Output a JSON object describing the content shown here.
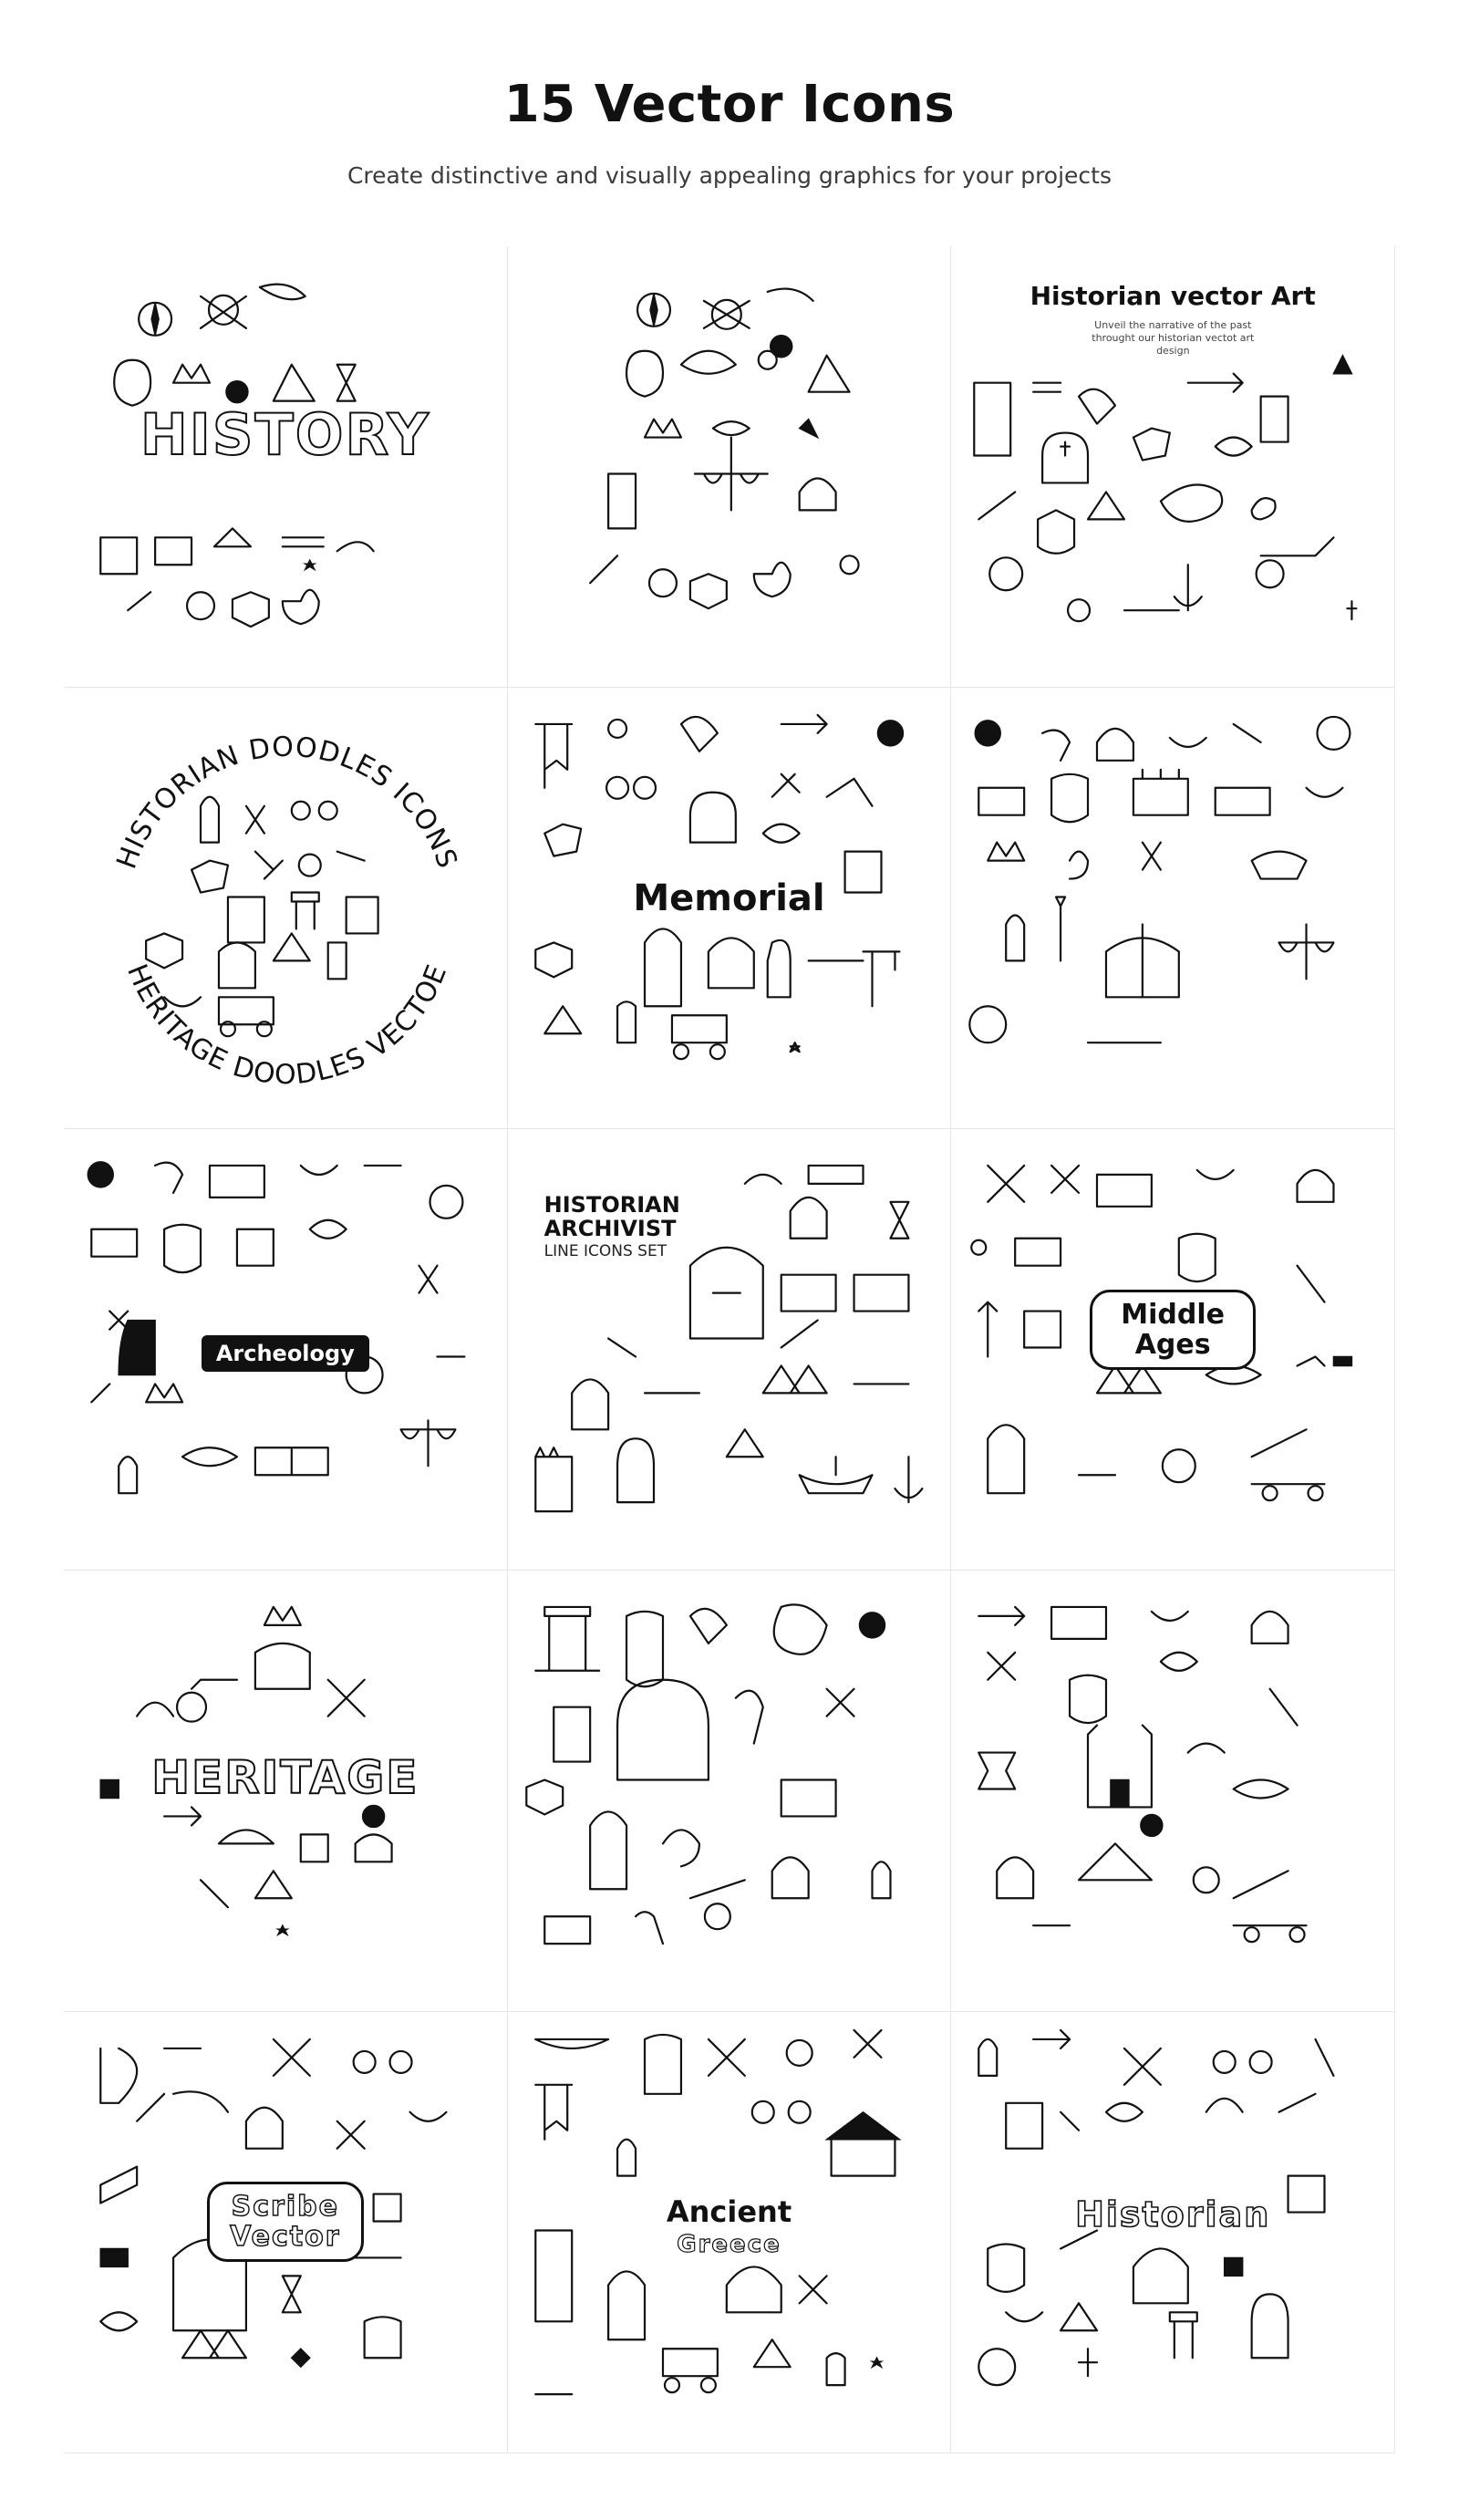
{
  "header": {
    "title": "15 Vector Icons",
    "subtitle": "Create distinctive and visually appealing graphics for your projects"
  },
  "tiles": [
    {
      "caption": "HISTORY",
      "icons": [
        "compass-icon",
        "skull-crossbones-icon",
        "quill-icon",
        "amphora-icon",
        "crown-icon",
        "sea-mine-icon",
        "pyramids-icon",
        "hourglass-icon",
        "scroll-icon",
        "treasure-map-icon",
        "pagoda-icon",
        "bone-icon",
        "axe-icon",
        "bust-icon",
        "shield-icon",
        "hamsa-icon",
        "genie-lamp-icon"
      ]
    },
    {
      "caption": "",
      "icons": [
        "compass-icon",
        "skull-crossbones-icon",
        "quill-icon",
        "amphora-icon",
        "dinosaur-fossil-icon",
        "eye-icon",
        "pyramids-icon",
        "crown-icon",
        "scales-icon",
        "oil-lamp-icon",
        "spartan-helmet-icon",
        "scroll-icon",
        "shield-icon",
        "hamsa-icon",
        "bust-icon",
        "axe-icon"
      ]
    },
    {
      "caption": "Historian vector Art",
      "subcaption": "Unveil the narrative of the past throught our historian vectot art design",
      "icons": [
        "scroll-icon",
        "bone-icon",
        "trident-icon",
        "tombstone-icon",
        "meteorite-icon",
        "dinosaur-fossil-icon",
        "shield-icon",
        "cannon-icon",
        "anchor-icon",
        "eye-icon",
        "fire-icon"
      ]
    },
    {
      "caption": "HISTORIAN DOODLES ICONS",
      "subcaption": "HERITAGE DOODLES VECTOE",
      "icons": [
        "mummy-icon",
        "windmill-icon",
        "skull-icon",
        "crossbow-icon",
        "column-icon",
        "shield-icon",
        "lantern-icon",
        "carriage-icon",
        "mortar-icon",
        "cactus-icon",
        "picture-frame-icon"
      ]
    },
    {
      "caption": "Memorial",
      "icons": [
        "banner-icon",
        "sun-icon",
        "mace-icon",
        "trident-icon",
        "binoculars-icon",
        "tombstone-icon",
        "sea-mine-icon",
        "meteorite-icon",
        "dinosaur-fossil-icon",
        "picture-frame-icon",
        "shield-icon",
        "mummy-icon",
        "skull-icon",
        "lantern-icon",
        "sword-icon",
        "carriage-icon",
        "gallows-icon",
        "fire-icon",
        "amphora-icon",
        "star-icon"
      ]
    },
    {
      "caption": "",
      "icons": [
        "sea-mine-icon",
        "pipe-icon",
        "spartan-helmet-icon",
        "oil-lamp-icon",
        "compass-icon",
        "magic-carpet-icon",
        "tribal-mask-icon",
        "castle-icon",
        "treasure-chest-icon",
        "crown-icon",
        "axe-icon",
        "throne-icon",
        "ship-icon",
        "torch-icon",
        "buddha-icon",
        "open-book-icon",
        "scales-icon"
      ]
    },
    {
      "caption": "Archeology",
      "icons": [
        "sea-mine-icon",
        "pipe-icon",
        "treasure-chest-icon",
        "oil-lamp-icon",
        "bone-icon",
        "magic-carpet-icon",
        "tribal-mask-icon",
        "compass-icon",
        "dinosaur-fossil-icon",
        "ship-icon",
        "axe-icon",
        "skull-icon",
        "crown-icon",
        "key-icon",
        "buddha-icon",
        "fossil-fish-icon",
        "open-book-icon",
        "scales-icon",
        "flag-icon"
      ]
    },
    {
      "caption": "HISTORIAN",
      "subcaption": "ARCHIVIST",
      "subcaption2": "LINE ICONS SET",
      "icons": [
        "scroll-icon",
        "gramophone-icon",
        "hourglass-icon",
        "pharaoh-icon",
        "treasure-chest-icon",
        "pyramids-icon",
        "bust-icon",
        "trident-icon",
        "castle-icon",
        "ship-icon",
        "anchor-icon",
        "meteorite-icon",
        "bone-icon"
      ]
    },
    {
      "caption": "Middle Ages",
      "icons": [
        "crossed-axes-icon",
        "treasure-chest-icon",
        "oil-lamp-icon",
        "spartan-helmet-icon",
        "magic-carpet-icon",
        "tribal-mask-icon",
        "trident-icon",
        "lute-icon",
        "axe-icon",
        "pyramids-icon",
        "fossil-fish-icon",
        "mummy-icon",
        "skull-icon",
        "catapult-icon",
        "bone-icon",
        "flag-icon"
      ]
    },
    {
      "caption": "HERITAGE",
      "icons": [
        "crown-icon",
        "moai-icon",
        "cannon-icon",
        "crossed-swords-icon",
        "bone-icon",
        "sea-mine-icon",
        "viking-helmet-icon",
        "scroll-icon",
        "gramophone-icon",
        "lute-icon",
        "tent-icon",
        "star-icon"
      ]
    },
    {
      "caption": "",
      "icons": [
        "column-icon",
        "hamsa-icon",
        "mace-icon",
        "ammonite-icon",
        "sea-mine-icon",
        "crossbow-icon",
        "scroll-icon",
        "pharaoh-icon",
        "torch-icon",
        "treasure-chest-icon",
        "shield-icon",
        "mummy-icon",
        "skull-icon",
        "lantern-icon",
        "treasure-map-icon",
        "cannon-icon",
        "buddha-icon"
      ]
    },
    {
      "caption": "",
      "icons": [
        "trident-icon",
        "treasure-chest-icon",
        "oil-lamp-icon",
        "spartan-helmet-icon",
        "crossed-axes-icon",
        "tribal-mask-icon",
        "dinosaur-fossil-icon",
        "castle-icon",
        "eye-icon",
        "hourglass-icon",
        "fossil-fish-icon",
        "sea-mine-icon",
        "buddha-icon",
        "mountain-icon",
        "skull-icon",
        "catapult-icon",
        "bone-icon"
      ]
    },
    {
      "caption": "Scribe Vector",
      "icons": [
        "harp-icon",
        "bone-icon",
        "crossed-swords-icon",
        "binoculars-icon",
        "sword-icon",
        "horn-icon",
        "skull-icon",
        "crossed-axes-icon",
        "mace-icon",
        "amphora-icon",
        "pharaoh-icon",
        "hourglass-icon",
        "trident-icon",
        "ammonite-icon",
        "pyramids-icon",
        "throne-icon",
        "sea-mine-icon"
      ]
    },
    {
      "caption": "Ancient",
      "subcaption": "Greece",
      "icons": [
        "open-book-icon",
        "banner-icon",
        "mummy-icon",
        "crossed-swords-icon",
        "eye-icon",
        "windmill-icon",
        "binoculars-icon",
        "pagoda-icon",
        "spartan-helmet-icon",
        "carriage-icon",
        "lantern-icon",
        "star-icon",
        "skull-icon",
        "trident-icon",
        "mountain-icon"
      ]
    },
    {
      "caption": "Historian",
      "icons": [
        "torch-icon",
        "sword-icon",
        "crossed-swords-icon",
        "binoculars-icon",
        "scroll-icon",
        "gramophone-icon",
        "dinosaur-fossil-icon",
        "top-hat-icon",
        "crossbow-icon",
        "hamsa-icon",
        "lute-icon",
        "pharaoh-icon",
        "picture-frame-icon",
        "mortar-icon",
        "tent-icon",
        "column-icon",
        "skull-icon",
        "trident-icon",
        "bust-icon"
      ]
    }
  ]
}
